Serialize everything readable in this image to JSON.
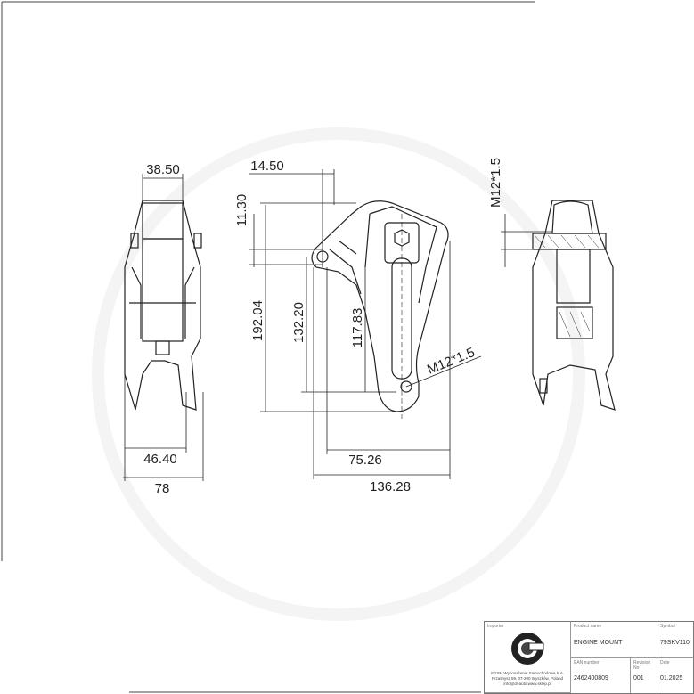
{
  "drawing": {
    "dimensions": {
      "left_top_width": "38.50",
      "left_inner_width": "46.40",
      "left_total_width": "78",
      "mid_offset_horizontal": "14.50",
      "mid_offset_vertical": "11.30",
      "mid_total_height": "192.04",
      "mid_hole_spacing": "132.20",
      "mid_inner_height": "117.83",
      "mid_partial_width": "75.26",
      "mid_total_width": "136.28",
      "mid_thread": "M12*1.5",
      "right_thread": "M12*1.5"
    }
  },
  "title_block": {
    "importer_label": "Importer",
    "importer_text": [
      "SGSM Wyposażenie Samochodowe S.A.",
      "Przasnysz 59, 07-200 Wyszków, Poland",
      "info@dr-auto.www.sklep.pl"
    ],
    "product_name_label": "Product name",
    "product_name": "ENGINE MOUNT",
    "symbol_label": "Symbol",
    "symbol": "79SKV110",
    "ean_label": "EAN number",
    "ean": "2462400809",
    "revision_label": "Revision No",
    "revision": "001",
    "date_label": "Date",
    "date": "01.2025"
  }
}
